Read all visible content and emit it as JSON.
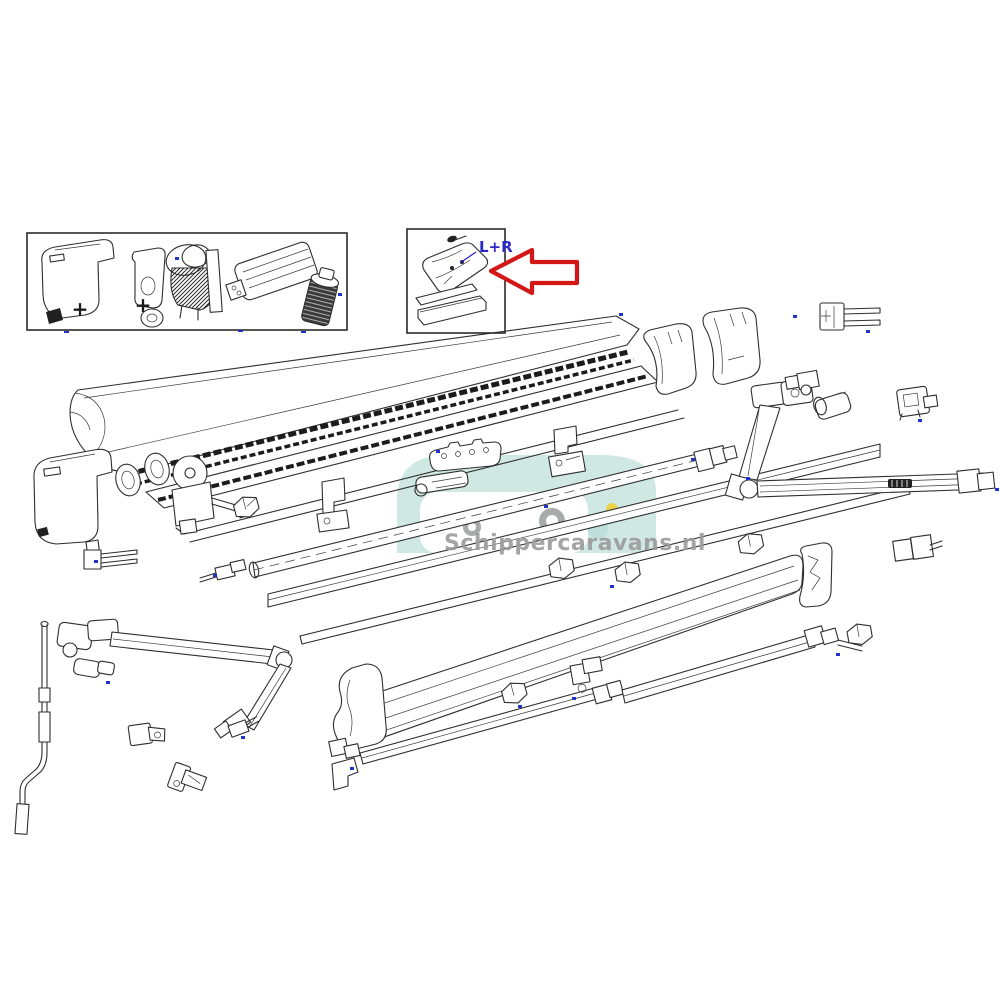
{
  "page": {
    "background_color": "#ffffff",
    "ink_color": "#2e2e2e"
  },
  "insets": {
    "motor_kit_box": {
      "plus_marks": [
        "+",
        "+"
      ],
      "parts": [
        "left-end-cap",
        "clamp-bracket-with-knob",
        "gear-motor-unit",
        "control-box",
        "grease-cartridge"
      ]
    },
    "highlight_box": {
      "label": "L+R",
      "label_color": "#2a2ac8",
      "parts": [
        "lead-rail-end-bracket",
        "cover-strip",
        "cover-strip-long"
      ]
    }
  },
  "annotations": {
    "arrow_color": "#d31717",
    "arrow_direction": "left",
    "reference_mark_color": "#2233cc"
  },
  "watermark": {
    "text": "Schippercaravans.nl",
    "text_color": "#9b9b9b",
    "body_color": "#cfe8e4",
    "window_color": "#ffffff",
    "wheel_grey": "#a7abab",
    "wheel_teal": "#bfdfdb",
    "headlight_yellow": "#e9d34b"
  },
  "diagram": {
    "parts": [
      "awning-case-lid",
      "brush-seal-strips",
      "case-back-profile",
      "guide-track",
      "roller-tube",
      "motor-adapter",
      "fabric-roll",
      "lead-rail",
      "lead-rail-end-cap-left",
      "lead-rail-end-cap-right",
      "spring-arm-left",
      "spring-arm-right",
      "rafter-support-arm",
      "crank-handle",
      "wall-mounting-bracket",
      "end-cap-shells",
      "pulley-rings",
      "gear-hub",
      "mounting-clips"
    ]
  }
}
